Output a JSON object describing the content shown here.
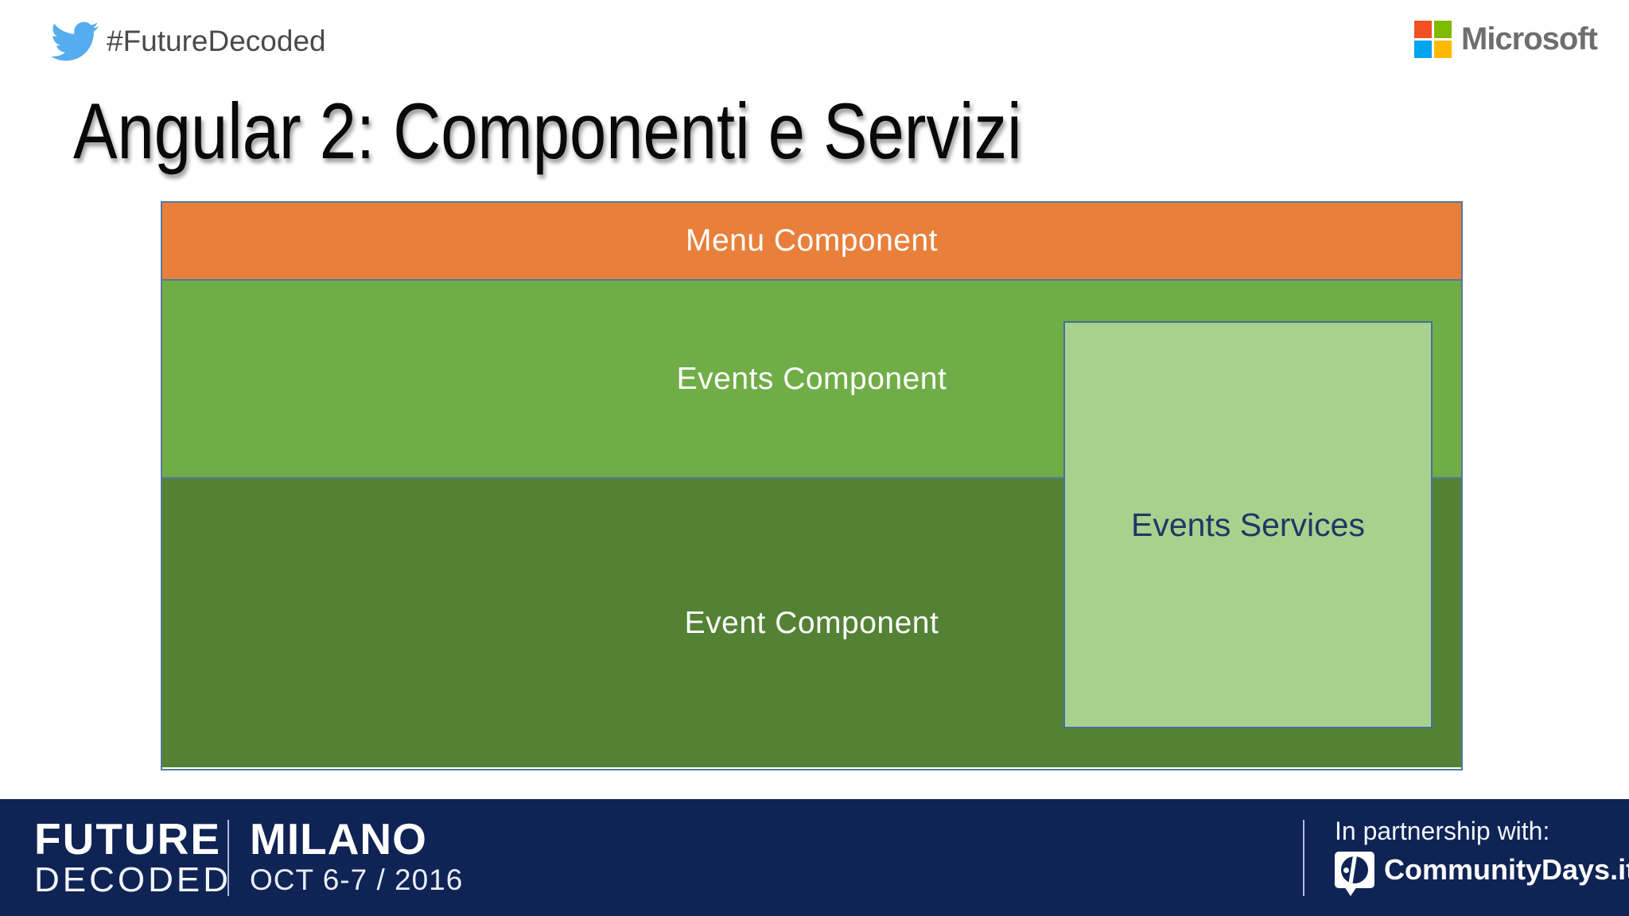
{
  "header": {
    "hashtag": "#FutureDecoded",
    "twitter_icon_color": "#55acee",
    "microsoft": {
      "label": "Microsoft",
      "square_colors": [
        "#f25022",
        "#7fba00",
        "#00a4ef",
        "#ffb900"
      ],
      "text_color": "#706d6e"
    }
  },
  "title": "Angular 2: Componenti e Servizi",
  "diagram": {
    "border_color": "#54789e",
    "menu_component": {
      "label": "Menu Component",
      "fill": "#e8803c",
      "text_color": "#ffffff"
    },
    "events_component": {
      "label": "Events Component",
      "fill": "#70ad47",
      "text_color": "#ffffff"
    },
    "event_component": {
      "label": "Event Component",
      "fill": "#548235",
      "text_color": "#ffffff"
    },
    "events_services": {
      "label": "Events Services",
      "fill": "#a9d18e",
      "border_color": "#41719c",
      "text_color": "#1f3864"
    }
  },
  "footer": {
    "background": "#0f2355",
    "brand_line1": "FUTURE",
    "brand_line2": "DECODED",
    "city": "MILANO",
    "date": "OCT 6-7 / 2016",
    "partnership_label": "In partnership with:",
    "partner_name": "CommunityDays.it"
  }
}
